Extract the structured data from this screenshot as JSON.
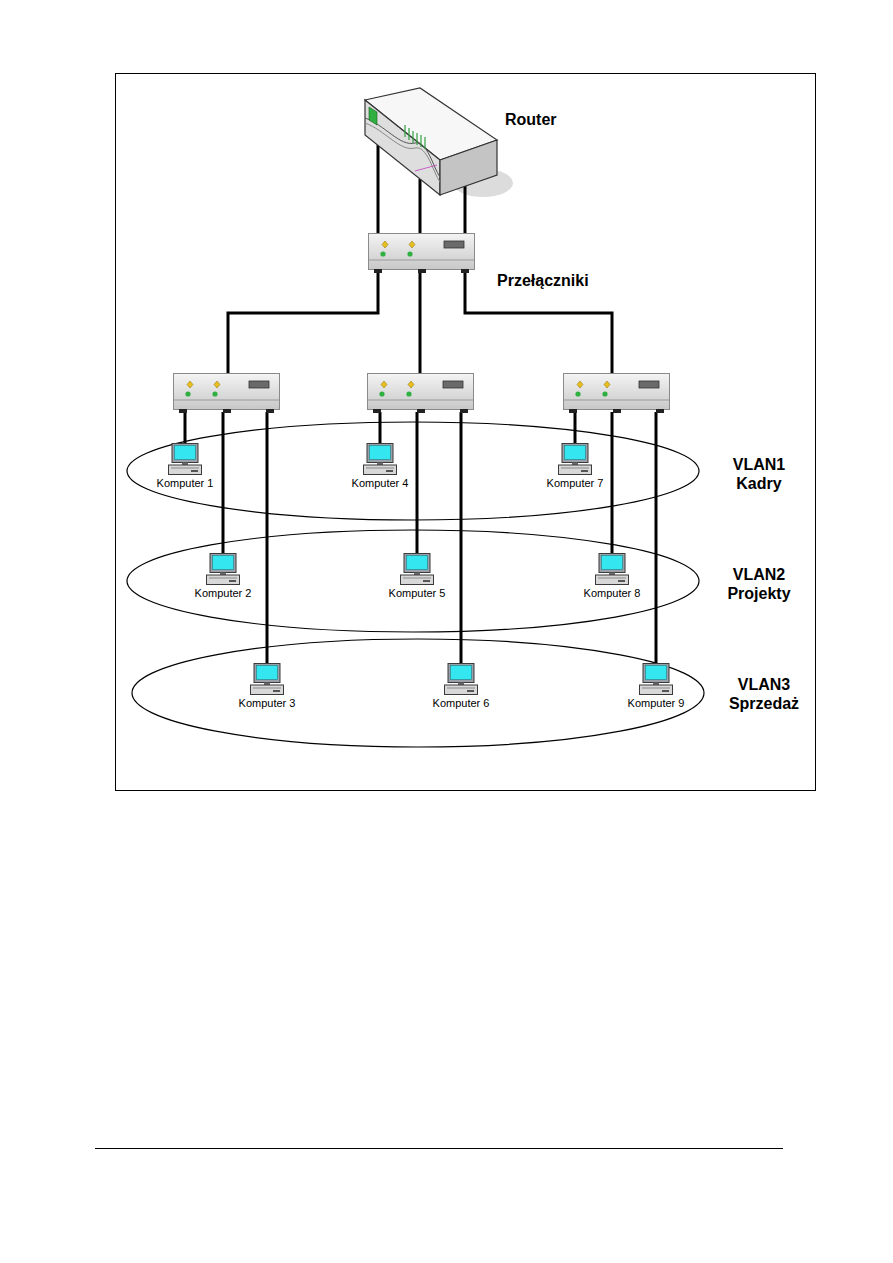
{
  "diagram": {
    "nodes": [
      {
        "text": [
          "Router"
        ]
      },
      {
        "text": [
          "Przełączniki"
        ]
      },
      {
        "text": [
          "VLAN1 Kadry"
        ]
      },
      {
        "text": [
          "Komputer 1"
        ],
        "in": 2
      },
      {
        "text": [
          "Komputer 4"
        ],
        "in": 2
      },
      {
        "text": [
          "Komputer 7"
        ],
        "in": 2
      },
      {
        "text": [
          "VLAN2 Projekty"
        ]
      },
      {
        "text": [
          "Komputer 2"
        ],
        "in": 6
      },
      {
        "text": [
          "Komputer 5"
        ],
        "in": 6
      },
      {
        "text": [
          "Komputer 8"
        ],
        "in": 6
      },
      {
        "text": [
          "VLAN3 Sprzedaż"
        ]
      },
      {
        "text": [
          "Komputer 3"
        ],
        "in": 10
      },
      {
        "text": [
          "Komputer 6"
        ],
        "in": 10
      },
      {
        "text": [
          "Komputer 9"
        ],
        "in": 10
      }
    ],
    "edges": [
      {
        "from": 0,
        "to": 1,
        "arrow": "none"
      },
      {
        "from": 0,
        "to": 1,
        "arrow": "none"
      },
      {
        "from": 0,
        "to": 1,
        "arrow": "none"
      }
    ]
  }
}
